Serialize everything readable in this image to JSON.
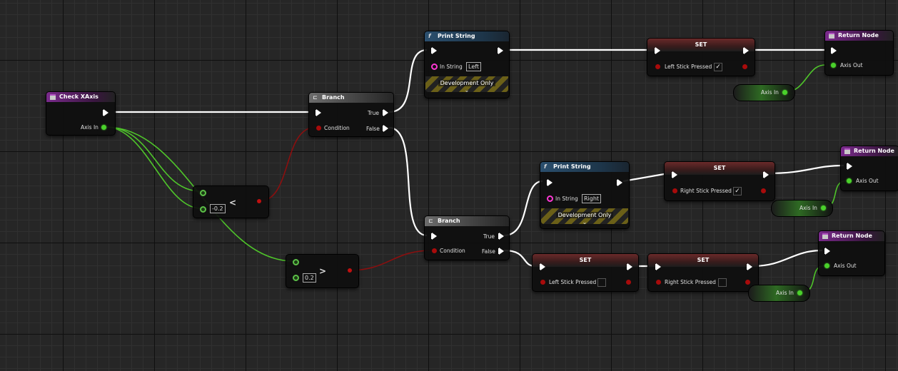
{
  "colors": {
    "exec_wire": "#ffffff",
    "float_wire": "#4fc62a",
    "bool_wire": "#8b0f0f",
    "string_pin": "#ff38d4"
  },
  "nodes": {
    "check_xaxis": {
      "title": "Check XAxis",
      "icon": "function-entry-icon",
      "pin": "Axis In"
    },
    "branch1": {
      "title": "Branch",
      "icon": "branch-icon",
      "condition": "Condition",
      "true": "True",
      "false": "False"
    },
    "branch2": {
      "title": "Branch",
      "icon": "branch-icon",
      "condition": "Condition",
      "true": "True",
      "false": "False"
    },
    "less": {
      "value": "-0.2",
      "op": "<"
    },
    "greater": {
      "value": "0.2",
      "op": ">"
    },
    "print1": {
      "title": "Print String",
      "icon": "function-f-icon",
      "in_string": "In String",
      "value": "Left",
      "dev": "Development Only",
      "chevron": "⌄"
    },
    "print2": {
      "title": "Print String",
      "icon": "function-f-icon",
      "in_string": "In String",
      "value": "Right",
      "dev": "Development Only",
      "chevron": "⌄"
    },
    "set1": {
      "title": "SET",
      "var": "Left Stick Pressed",
      "checked": "✓"
    },
    "set2": {
      "title": "SET",
      "var": "Right Stick Pressed",
      "checked": "✓"
    },
    "set3": {
      "title": "SET",
      "var": "Left Stick Pressed",
      "checked": ""
    },
    "set4": {
      "title": "SET",
      "var": "Right Stick Pressed",
      "checked": ""
    },
    "return1": {
      "title": "Return Node",
      "icon": "function-exit-icon",
      "pin": "Axis Out"
    },
    "return2": {
      "title": "Return Node",
      "icon": "function-exit-icon",
      "pin": "Axis Out"
    },
    "return3": {
      "title": "Return Node",
      "icon": "function-exit-icon",
      "pin": "Axis Out"
    },
    "getter1": {
      "label": "Axis In"
    },
    "getter2": {
      "label": "Axis In"
    },
    "getter3": {
      "label": "Axis In"
    }
  }
}
